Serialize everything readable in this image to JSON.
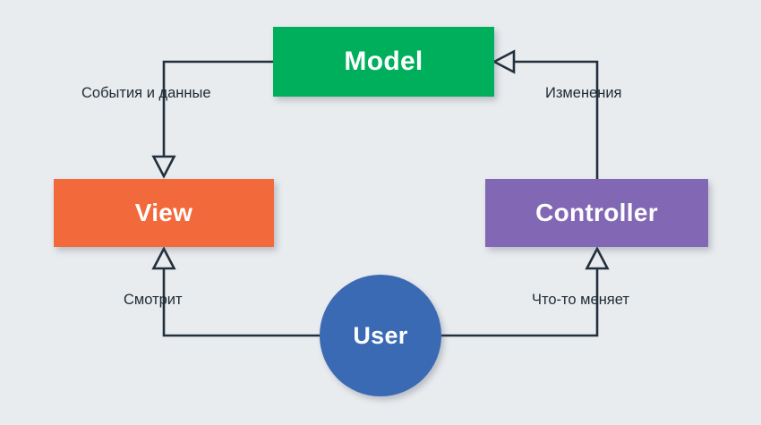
{
  "diagram": {
    "title": "MVC pattern diagram",
    "background_color": "#e9ecef",
    "line_color": "#22303c",
    "nodes": [
      {
        "id": "model",
        "label": "Model",
        "shape": "rectangle",
        "color": "#00af5b",
        "text_color": "#ffffff"
      },
      {
        "id": "view",
        "label": "View",
        "shape": "rectangle",
        "color": "#f26a3c",
        "text_color": "#ffffff"
      },
      {
        "id": "controller",
        "label": "Controller",
        "shape": "rectangle",
        "color": "#8267b5",
        "text_color": "#ffffff"
      },
      {
        "id": "user",
        "label": "User",
        "shape": "circle",
        "color": "#3a6ab4",
        "text_color": "#ffffff"
      }
    ],
    "edges": [
      {
        "id": "model-to-view",
        "from": "model",
        "to": "view",
        "label": "События и данные",
        "arrowhead": "hollow-triangle"
      },
      {
        "id": "controller-to-model",
        "from": "controller",
        "to": "model",
        "label": "Изменения",
        "arrowhead": "hollow-triangle"
      },
      {
        "id": "user-to-view",
        "from": "user",
        "to": "view",
        "label": "Смотрит",
        "arrowhead": "hollow-triangle"
      },
      {
        "id": "user-to-controller",
        "from": "user",
        "to": "controller",
        "label": "Что-то меняет",
        "arrowhead": "hollow-triangle"
      }
    ]
  }
}
